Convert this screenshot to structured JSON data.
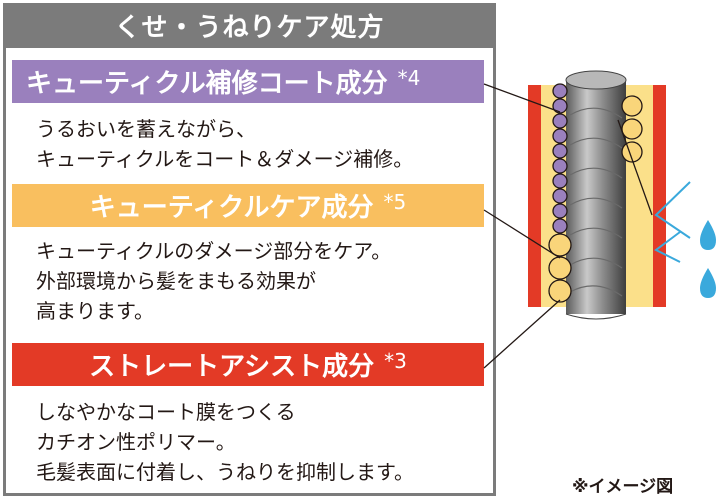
{
  "title": "くせ・うねりケア処方",
  "sections": [
    {
      "label": "キューティクル補修コート成分",
      "mark": "*4",
      "lines": [
        "うるおいを蓄えながら、",
        "キューティクルをコート＆ダメージ補修。"
      ]
    },
    {
      "label": "キューティクルケア成分",
      "mark": "*5",
      "lines": [
        "キューティクルのダメージ部分をケア。",
        "外部環境から髪をまもる効果が",
        "高まります。"
      ]
    },
    {
      "label": "ストレートアシスト成分",
      "mark": "*3",
      "lines": [
        "しなやかなコート膜をつくる",
        "カチオン性ポリマー。",
        "毛髪表面に付着し、うねりを抑制します。"
      ]
    }
  ],
  "note": "※イメージ図",
  "colors": {
    "title_bg": "#7b7b7b",
    "purple": "#9a80bd",
    "yellow": "#f9bf5f",
    "red": "#e33a26",
    "water": "#3aa9dc"
  }
}
